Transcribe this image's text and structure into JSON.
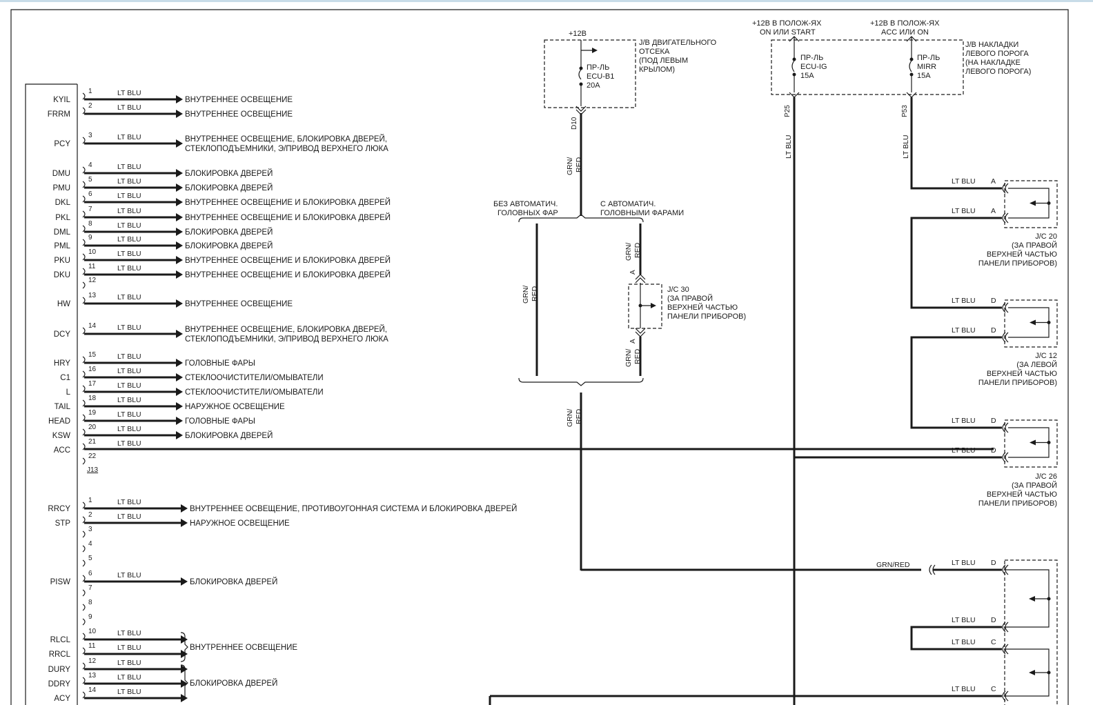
{
  "colors": {
    "ink": "#1a1a1a",
    "frame_top": "#c8dce8",
    "background": "#ffffff"
  },
  "connector_j13": {
    "label": "J13",
    "pins": [
      {
        "name": "KYIL",
        "num": "1",
        "wire": "LT BLU",
        "dest": [
          "ВНУТРЕННЕЕ ОСВЕЩЕНИЕ"
        ]
      },
      {
        "name": "FRRM",
        "num": "2",
        "wire": "LT BLU",
        "dest": [
          "ВНУТРЕННЕЕ ОСВЕЩЕНИЕ"
        ]
      },
      {
        "name": "PCY",
        "num": "3",
        "wire": "LT BLU",
        "dest": [
          "ВНУТРЕННЕЕ ОСВЕЩЕНИЕ, БЛОКИРОВКА ДВЕРЕЙ,",
          "СТЕКЛОПОДЪЕМНИКИ, Э/ПРИВОД ВЕРХНЕГО ЛЮКА"
        ]
      },
      {
        "name": "DMU",
        "num": "4",
        "wire": "LT BLU",
        "dest": [
          "БЛОКИРОВКА ДВЕРЕЙ"
        ]
      },
      {
        "name": "PMU",
        "num": "5",
        "wire": "LT BLU",
        "dest": [
          "БЛОКИРОВКА ДВЕРЕЙ"
        ]
      },
      {
        "name": "DKL",
        "num": "6",
        "wire": "LT BLU",
        "dest": [
          "ВНУТРЕННЕЕ ОСВЕЩЕНИЕ И БЛОКИРОВКА ДВЕРЕЙ"
        ]
      },
      {
        "name": "PKL",
        "num": "7",
        "wire": "LT BLU",
        "dest": [
          "ВНУТРЕННЕЕ ОСВЕЩЕНИЕ И БЛОКИРОВКА ДВЕРЕЙ"
        ]
      },
      {
        "name": "DML",
        "num": "8",
        "wire": "LT BLU",
        "dest": [
          "БЛОКИРОВКА ДВЕРЕЙ"
        ]
      },
      {
        "name": "PML",
        "num": "9",
        "wire": "LT BLU",
        "dest": [
          "БЛОКИРОВКА ДВЕРЕЙ"
        ]
      },
      {
        "name": "PKU",
        "num": "10",
        "wire": "LT BLU",
        "dest": [
          "ВНУТРЕННЕЕ ОСВЕЩЕНИЕ И БЛОКИРОВКА ДВЕРЕЙ"
        ]
      },
      {
        "name": "DKU",
        "num": "11",
        "wire": "LT BLU",
        "dest": [
          "ВНУТРЕННЕЕ ОСВЕЩЕНИЕ И БЛОКИРОВКА ДВЕРЕЙ"
        ]
      },
      {
        "name": "",
        "num": "12",
        "wire": "",
        "dest": []
      },
      {
        "name": "HW",
        "num": "13",
        "wire": "LT BLU",
        "dest": [
          "ВНУТРЕННЕЕ ОСВЕЩЕНИЕ"
        ]
      },
      {
        "name": "DCY",
        "num": "14",
        "wire": "LT BLU",
        "dest": [
          "ВНУТРЕННЕЕ ОСВЕЩЕНИЕ, БЛОКИРОВКА ДВЕРЕЙ,",
          "СТЕКЛОПОДЪЕМНИКИ, Э/ПРИВОД ВЕРХНЕГО ЛЮКА"
        ]
      },
      {
        "name": "HRY",
        "num": "15",
        "wire": "LT BLU",
        "dest": [
          "ГОЛОВНЫЕ ФАРЫ"
        ]
      },
      {
        "name": "C1",
        "num": "16",
        "wire": "LT BLU",
        "dest": [
          "СТЕКЛООЧИСТИТЕЛИ/ОМЫВАТЕЛИ"
        ]
      },
      {
        "name": "L",
        "num": "17",
        "wire": "LT BLU",
        "dest": [
          "СТЕКЛООЧИСТИТЕЛИ/ОМЫВАТЕЛИ"
        ]
      },
      {
        "name": "TAIL",
        "num": "18",
        "wire": "LT BLU",
        "dest": [
          "НАРУЖНОЕ ОСВЕЩЕНИЕ"
        ]
      },
      {
        "name": "HEAD",
        "num": "19",
        "wire": "LT BLU",
        "dest": [
          "ГОЛОВНЫЕ ФАРЫ"
        ]
      },
      {
        "name": "KSW",
        "num": "20",
        "wire": "LT BLU",
        "dest": [
          "БЛОКИРОВКА ДВЕРЕЙ"
        ]
      },
      {
        "name": "ACC",
        "num": "21",
        "wire": "LT BLU",
        "dest": []
      },
      {
        "name": "",
        "num": "22",
        "wire": "",
        "dest": []
      }
    ]
  },
  "connector_2": {
    "pins": [
      {
        "name": "RRCY",
        "num": "1",
        "wire": "LT BLU",
        "dest": [
          "ВНУТРЕННЕЕ ОСВЕЩЕНИЕ, ПРОТИВОУГОННАЯ СИСТЕМА И БЛОКИРОВКА ДВЕРЕЙ"
        ]
      },
      {
        "name": "STP",
        "num": "2",
        "wire": "LT BLU",
        "dest": [
          "НАРУЖНОЕ ОСВЕЩЕНИЕ"
        ]
      },
      {
        "name": "",
        "num": "3",
        "wire": "",
        "dest": []
      },
      {
        "name": "",
        "num": "4",
        "wire": "",
        "dest": []
      },
      {
        "name": "",
        "num": "5",
        "wire": "",
        "dest": []
      },
      {
        "name": "PISW",
        "num": "6",
        "wire": "LT BLU",
        "dest": [
          "БЛОКИРОВКА ДВЕРЕЙ"
        ]
      },
      {
        "name": "",
        "num": "7",
        "wire": "",
        "dest": []
      },
      {
        "name": "",
        "num": "8",
        "wire": "",
        "dest": []
      },
      {
        "name": "",
        "num": "9",
        "wire": "",
        "dest": []
      },
      {
        "name": "RLCL",
        "num": "10",
        "wire": "LT BLU",
        "dest": []
      },
      {
        "name": "RRCL",
        "num": "11",
        "wire": "LT BLU",
        "dest": []
      },
      {
        "name": "DURY",
        "num": "12",
        "wire": "LT BLU",
        "dest": []
      },
      {
        "name": "DDRY",
        "num": "13",
        "wire": "LT BLU",
        "dest": []
      },
      {
        "name": "ACY",
        "num": "14",
        "wire": "LT BLU",
        "dest": []
      }
    ],
    "group_interior": "ВНУТРЕННЕЕ ОСВЕЩЕНИЕ",
    "group_doors": "БЛОКИРОВКА ДВЕРЕЙ"
  },
  "engine_jb": {
    "supply": "+12В",
    "title": [
      "J/B ДВИГАТЕЛЬНОГО",
      "ОТСЕКА",
      "(ПОД ЛЕВЫМ",
      "КРЫЛОМ)"
    ],
    "fuse": [
      "ПР-ЛЬ",
      "ECU-B1",
      "20A"
    ],
    "pin": "D10",
    "wire": [
      "GRN/",
      "RED"
    ]
  },
  "headlamp_branch": {
    "without": [
      "БЕЗ АВТОМАТИЧ.",
      "ГОЛОВНЫХ ФАР"
    ],
    "with": [
      "С АВТОМАТИЧ.",
      "ГОЛОВНЫМИ ФАРАМИ"
    ],
    "wire": [
      "GRN/",
      "RED"
    ],
    "jc30": [
      "J/C 30",
      "(ЗА  ПРАВОЙ",
      "ВЕРХНЕЙ ЧАСТЬЮ",
      "ПАНЕЛИ ПРИБОРОВ)"
    ],
    "pin": "A"
  },
  "lower_wire": [
    "GRN/",
    "RED"
  ],
  "supplies": {
    "ign": [
      "+12В В ПОЛОЖ-ЯХ",
      "ON ИЛИ START"
    ],
    "acc": [
      "+12В В ПОЛОЖ-ЯХ",
      "ACC ИЛИ ON"
    ]
  },
  "left_jb": {
    "title": [
      "J/B НАКЛАДКИ",
      "ЛЕВОГО ПОРОГА",
      "(НА НАКЛАДКЕ",
      "ЛЕВОГО ПОРОГА)"
    ],
    "fuse_ign": [
      "ПР-ЛЬ",
      "ECU-IG",
      "15A"
    ],
    "fuse_mirr": [
      "ПР-ЛЬ",
      "MIRR",
      "15A"
    ],
    "pin_ign": "P25",
    "pin_mirr": "P53",
    "wire": "LT BLU"
  },
  "junctions": [
    {
      "id": "jc20",
      "label": [
        "J/C 20",
        "(ЗА ПРАВОЙ",
        "ВЕРХНЕЙ ЧАСТЬЮ",
        "ПАНЕЛИ ПРИБОРОВ)"
      ],
      "pins": [
        "A",
        "A"
      ]
    },
    {
      "id": "jc12",
      "label": [
        "J/C 12",
        "(ЗА ЛЕВОЙ",
        "ВЕРХНЕЙ ЧАСТЬЮ",
        "ПАНЕЛИ ПРИБОРОВ)"
      ],
      "pins": [
        "D",
        "D"
      ]
    },
    {
      "id": "jc26",
      "label": [
        "J/C 26",
        "(ЗА ПРАВОЙ",
        "ВЕРХНЕЙ ЧАСТЬЮ",
        "ПАНЕЛИ ПРИБОРОВ)"
      ],
      "pins": [
        "D",
        "D"
      ]
    }
  ],
  "bottom_jc": {
    "grn_red": "GRN/RED",
    "pins": [
      "D",
      "D",
      "C",
      "C"
    ],
    "wire": "LT BLU"
  }
}
